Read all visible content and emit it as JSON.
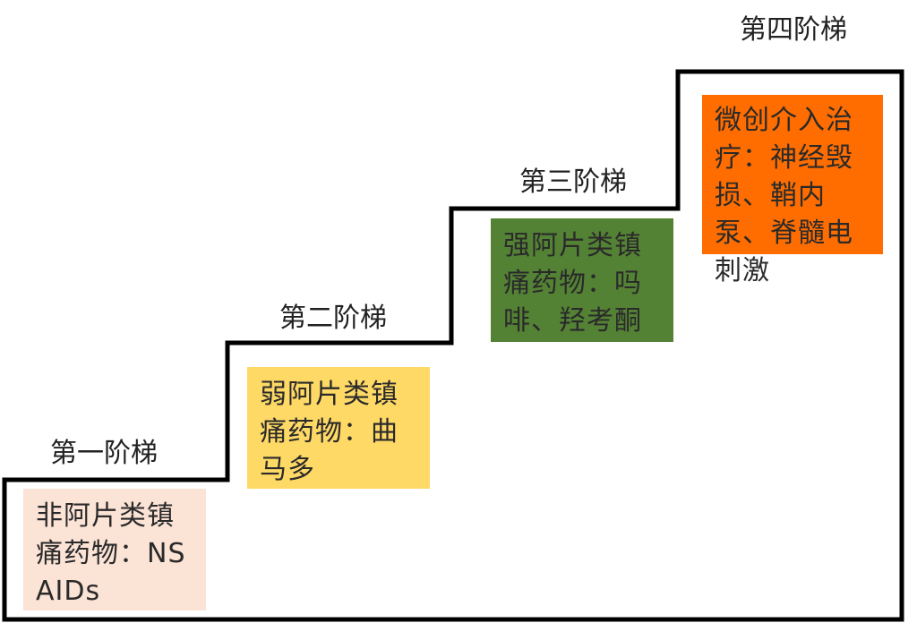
{
  "steps": [
    {
      "title": "第一阶梯",
      "text": "非阿片类镇痛药物：NSAIDs",
      "color": "#fbe3d6"
    },
    {
      "title": "第二阶梯",
      "text": "弱阿片类镇痛药物：曲马多",
      "color": "#ffd966"
    },
    {
      "title": "第三阶梯",
      "text": "强阿片类镇痛药物：吗啡、羟考酮",
      "color": "#548235"
    },
    {
      "title": "第四阶梯",
      "text": "微创介入治疗：神经毁损、鞘内泵、脊髓电刺激",
      "color": "#ff6d00"
    }
  ],
  "line_color": "#000000"
}
